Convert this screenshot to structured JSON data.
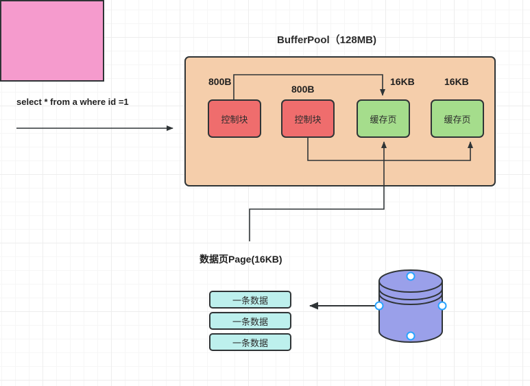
{
  "diagram": {
    "title": "BufferPool（128MB)",
    "query": "select * from a where id =1",
    "datapage_title": "数据页Page(16KB)",
    "colors": {
      "bufferpool_fill": "#f5ceab",
      "control_block_fill": "#ef6d6d",
      "cache_page_fill": "#a5dd8c",
      "datapage_fill": "#f59bcd",
      "data_row_fill": "#bdf0ed",
      "disk_fill": "#9aa0ea",
      "stroke": "#2f3436",
      "handle": "#29a3ff"
    }
  },
  "bufferpool": {
    "control_blocks": [
      {
        "label": "控制块",
        "size": "800B"
      },
      {
        "label": "控制块",
        "size": "800B"
      }
    ],
    "cache_pages": [
      {
        "label": "缓存页",
        "size": "16KB"
      },
      {
        "label": "缓存页",
        "size": "16KB"
      }
    ]
  },
  "datapage": {
    "rows": [
      {
        "label": "一条数据"
      },
      {
        "label": "一条数据"
      },
      {
        "label": "一条数据"
      }
    ]
  },
  "disk": {
    "label": "磁盘",
    "selected": true,
    "handles": [
      "top",
      "right",
      "bottom",
      "left"
    ]
  }
}
